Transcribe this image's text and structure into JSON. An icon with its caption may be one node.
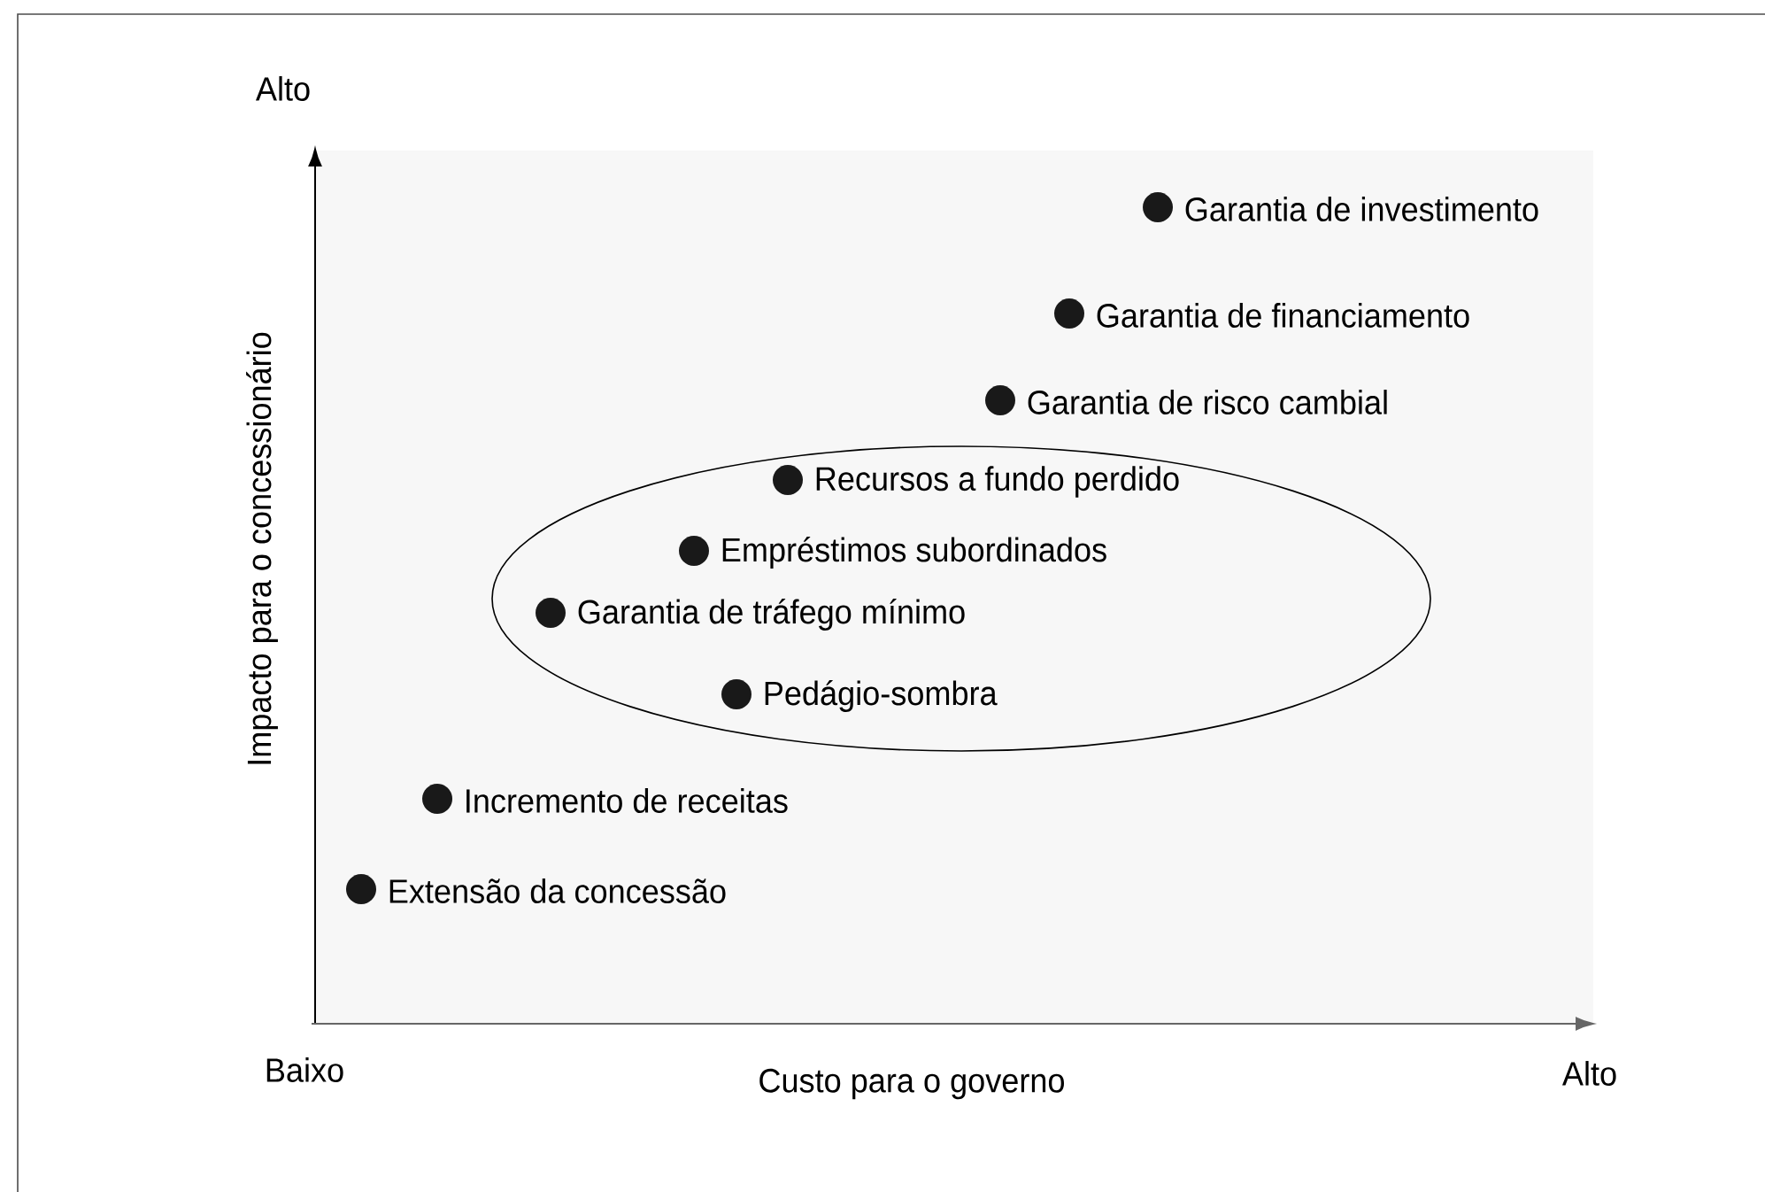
{
  "diagram": {
    "nodes": [
      {
        "text": [],
        "shape": "ellipse"
      },
      {
        "text": [],
        "shape": "circle",
        "beside": [
          "Garantia de investimento"
        ]
      },
      {
        "text": [],
        "shape": "circle",
        "beside": [
          "Garantia de financiamento"
        ]
      },
      {
        "text": [],
        "shape": "circle",
        "beside": [
          "Garantia de risco cambial"
        ]
      },
      {
        "text": [],
        "shape": "circle",
        "beside": [
          "Recursos a fundo perdido"
        ],
        "in": 0
      },
      {
        "text": [],
        "shape": "circle",
        "beside": [
          "Empréstimos subordinados"
        ],
        "in": 0
      },
      {
        "text": [],
        "shape": "circle",
        "beside": [
          "Garantia de tráfego mínimo"
        ],
        "in": 0
      },
      {
        "text": [],
        "shape": "circle",
        "beside": [
          "Pedágio-sombra"
        ],
        "in": 0
      },
      {
        "text": [],
        "shape": "circle",
        "beside": [
          "Incremento de receitas"
        ]
      },
      {
        "text": [],
        "shape": "circle",
        "beside": [
          "Extensão da concessão"
        ]
      }
    ],
    "labels": [
      "Alto",
      "Impacto para o concessionário",
      "Baixo",
      "Custo para o governo",
      "Alto"
    ]
  }
}
